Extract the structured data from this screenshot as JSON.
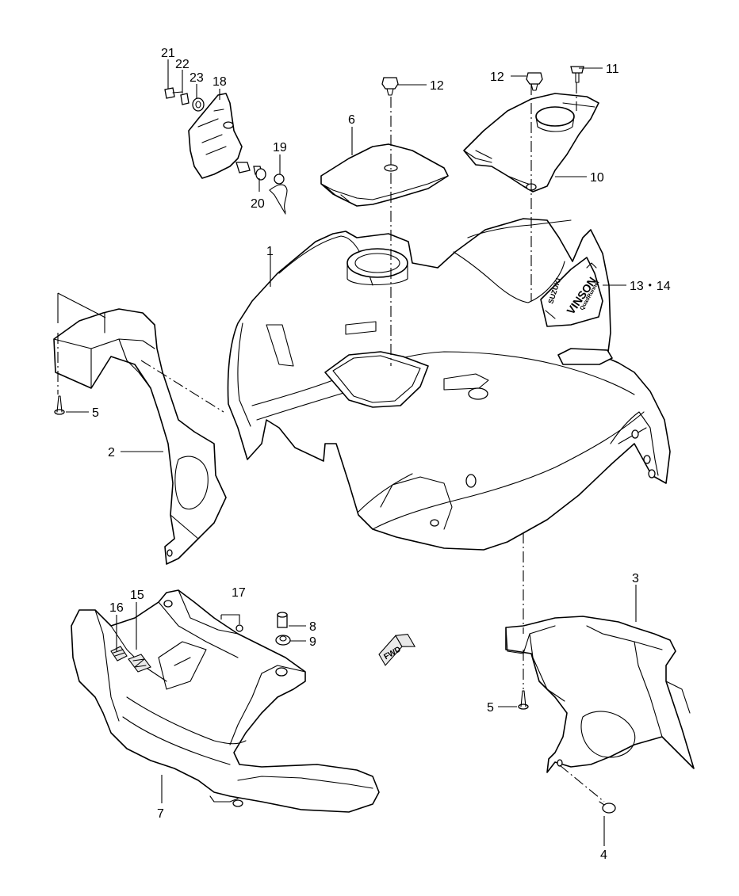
{
  "callouts": {
    "c1": "1",
    "c2": "2",
    "c3": "3",
    "c4": "4",
    "c5a": "5",
    "c5b": "5",
    "c6": "6",
    "c7": "7",
    "c8": "8",
    "c9": "9",
    "c10": "10",
    "c11": "11",
    "c12a": "12",
    "c12b": "12",
    "c1314": "13・14",
    "c15": "15",
    "c16": "16",
    "c17": "17",
    "c18": "18",
    "c19": "19",
    "c20": "20",
    "c21": "21",
    "c22": "22",
    "c23": "23"
  },
  "decal": {
    "brand": "SUZUKI",
    "model": "VINSON",
    "sub": "QuadRunner"
  },
  "direction_badge": "FWD"
}
